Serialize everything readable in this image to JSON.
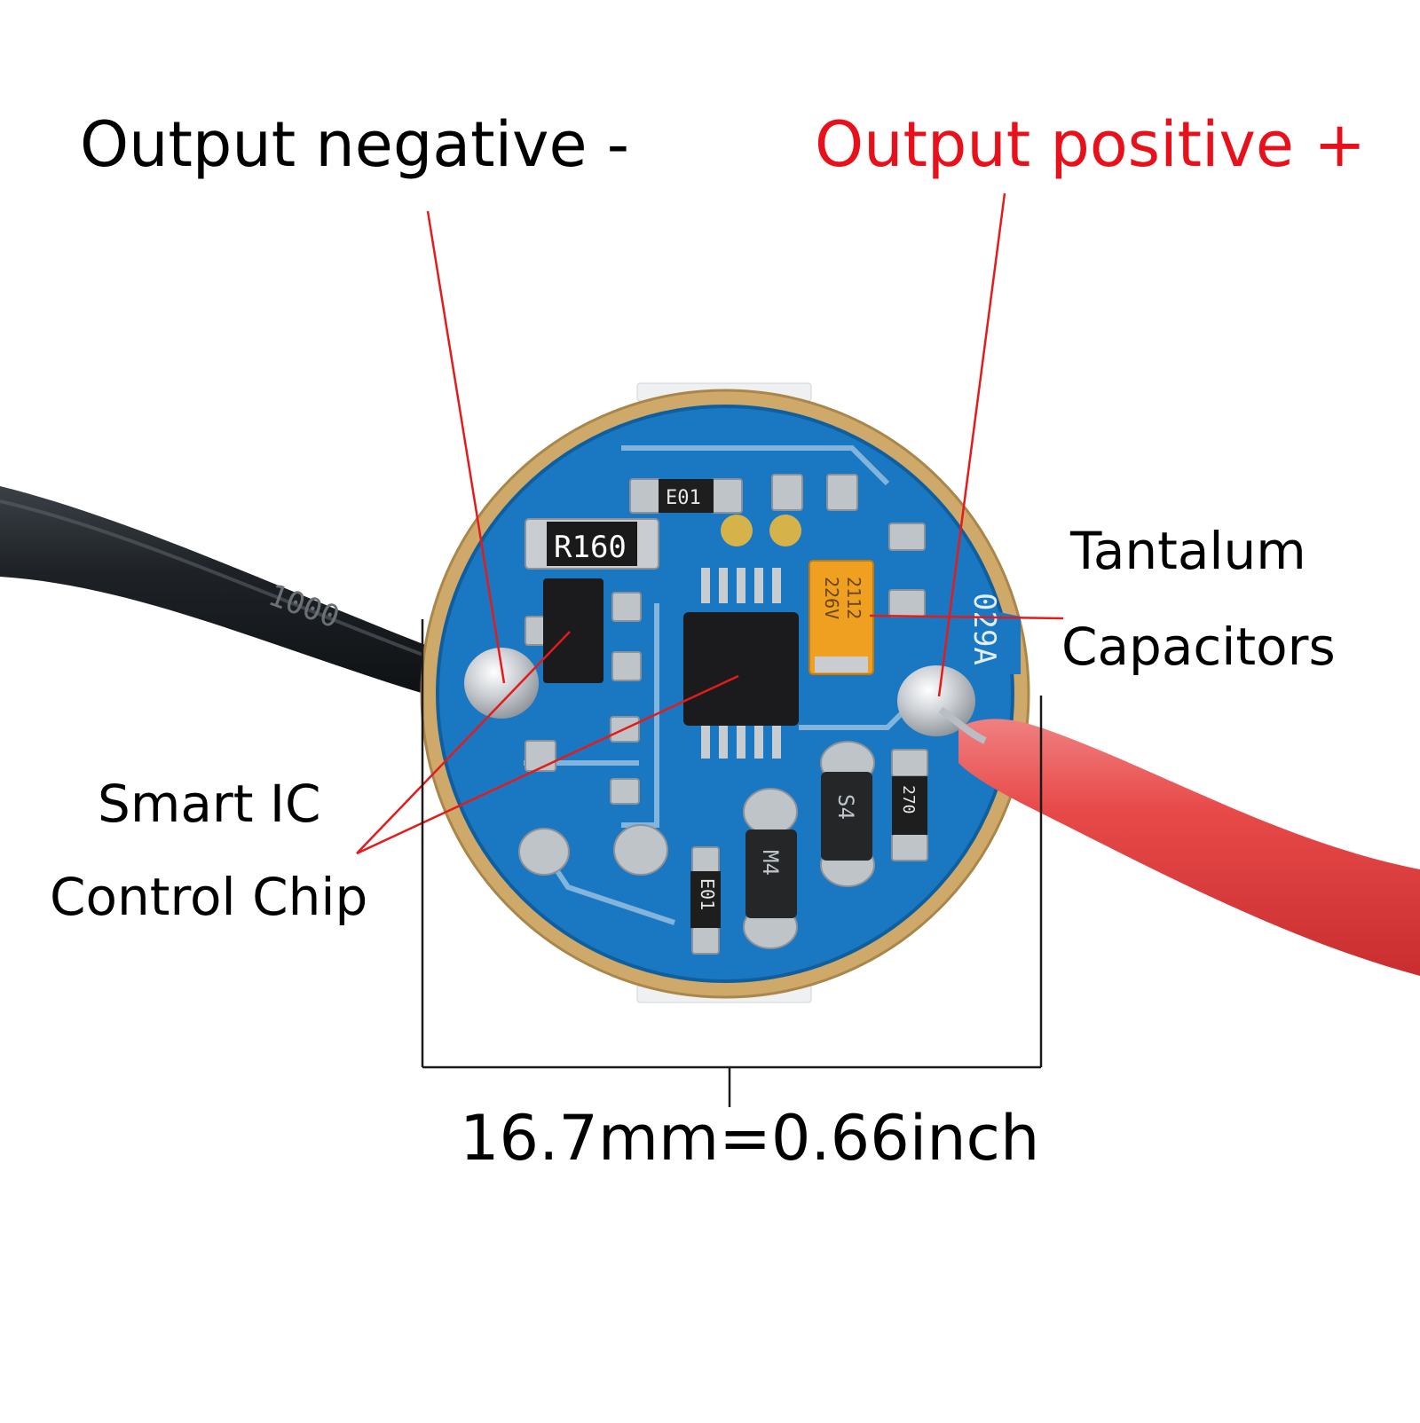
{
  "labels": {
    "output_negative": "Output negative -",
    "output_positive": "Output positive +",
    "tantalum_line1": "Tantalum",
    "tantalum_line2": "Capacitors",
    "smart_ic_line1": "Smart IC",
    "smart_ic_line2": "Control Chip",
    "dimension": "16.7mm=0.66inch"
  },
  "board_markings": {
    "resistor_main": "R160",
    "resistor_top": "E01",
    "resistor_bottom": "E01",
    "resistor_right": "270",
    "diode_1": "S4",
    "diode_2": "M4",
    "capacitor_code_1": "226V",
    "capacitor_code_2": "2112",
    "board_code": "029A",
    "black_wire_print": "1000"
  },
  "colors": {
    "pcb_blue": "#1a78c2",
    "pcb_ring_gold": "#cfa96a",
    "pointer_red": "#e31b1b",
    "positive_label": "#e8101a",
    "red_wire": "#e64040",
    "black_wire": "#1e2226",
    "tantalum_orange": "#f0a020"
  }
}
